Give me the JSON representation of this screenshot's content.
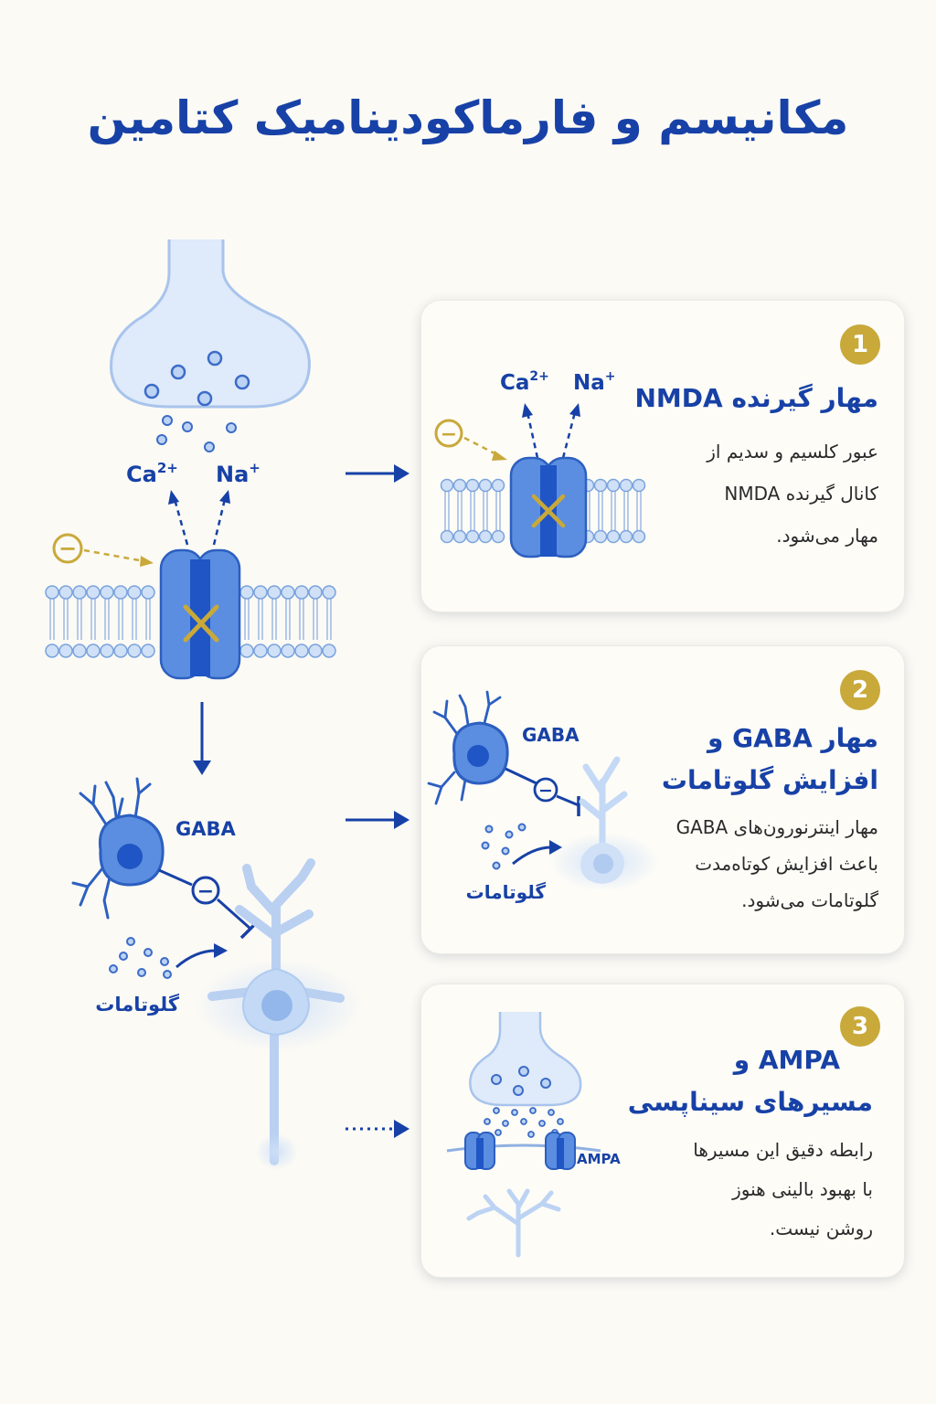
{
  "title": "مکانیسم و فارماکودینامیک کتامین",
  "left_diagram": {
    "ion_ca": "Ca",
    "ion_ca_sup": "2+",
    "ion_na": "Na",
    "ion_na_sup": "+",
    "minus_symbol": "−",
    "gaba_label": "GABA",
    "glutamate_label": "گلوتامات"
  },
  "cards": [
    {
      "number": "1",
      "title_lines": [
        "مهار گیرنده NMDA"
      ],
      "text_lines": [
        "عبور کلسیم و سدیم از",
        "کانال گیرنده NMDA",
        "مهار می‌شود."
      ],
      "ion_ca": "Ca",
      "ion_ca_sup": "2+",
      "ion_na": "Na",
      "ion_na_sup": "+"
    },
    {
      "number": "2",
      "title_lines": [
        "مهار GABA و",
        "افزایش گلوتامات"
      ],
      "text_lines": [
        "مهار اینترنورون‌های GABA",
        "باعث افزایش کوتاه‌مدت",
        "گلوتامات می‌شود."
      ],
      "gaba_label": "GABA",
      "glutamate_label": "گلوتامات"
    },
    {
      "number": "3",
      "title_lines": [
        "AMPA و",
        "مسیرهای سیناپسی"
      ],
      "text_lines": [
        "رابطه دقیق این مسیرها",
        "با بهبود بالینی هنوز",
        "روشن نیست."
      ],
      "receptor_label": "AMPA"
    }
  ],
  "colors": {
    "primary_blue": "#1741a6",
    "channel_blue": "#5b8ee0",
    "light_blue": "#cfe0f7",
    "gold": "#c8a93a",
    "background": "#fbfaf5"
  }
}
